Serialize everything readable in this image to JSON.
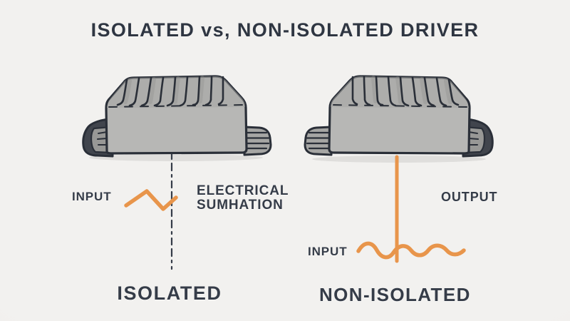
{
  "title": "ISOLATED vs, NON-ISOLATED DRIVER",
  "colors": {
    "background": "#F1F0EE",
    "ink": "#353C48",
    "title_ink": "#2F3642",
    "accent_orange": "#E8954B",
    "driver_body": "#B7B7B5",
    "driver_top_shade": "#A5A5A3",
    "driver_outline": "#2A2F38",
    "connector_dark": "#41454D",
    "connector_ribbed": "#A6A6A4"
  },
  "left_panel": {
    "driver_icon": "led-driver-illustration",
    "input_label": "INPUT",
    "barrier_label_line1": "ELECTRICAL",
    "barrier_label_line2": "SUMHATION",
    "caption": "ISOLATED"
  },
  "right_panel": {
    "driver_icon": "led-driver-illustration",
    "input_label": "INPUT",
    "output_label": "OUTPUT",
    "caption": "NON-ISOLATED"
  }
}
